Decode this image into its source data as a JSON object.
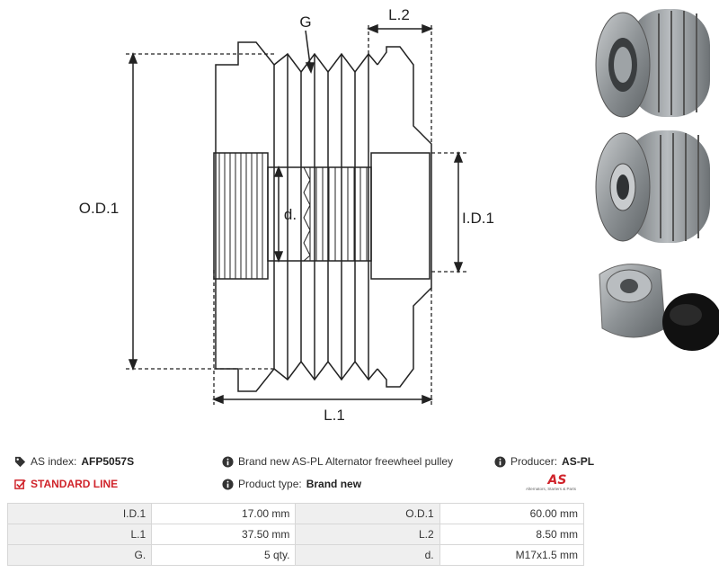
{
  "drawing": {
    "labels": {
      "g": "G",
      "l2": "L.2",
      "od1": "O.D.1",
      "id1": "I.D.1",
      "d": "d.",
      "l1": "L.1"
    }
  },
  "info": {
    "as_index_label": "AS index:",
    "as_index_value": "AFP5057S",
    "standard_line": "STANDARD LINE",
    "description": "Brand new AS-PL Alternator freewheel pulley",
    "product_type_label": "Product type:",
    "product_type_value": "Brand new",
    "producer_label": "Producer:",
    "producer_value": "AS-PL",
    "logo_mark": "AS",
    "logo_tagline": "Alternators, Starters & Parts"
  },
  "specs": {
    "rows": [
      [
        {
          "k": "I.D.1",
          "v": "17.00 mm"
        },
        {
          "k": "O.D.1",
          "v": "60.00 mm"
        }
      ],
      [
        {
          "k": "L.1",
          "v": "37.50 mm"
        },
        {
          "k": "L.2",
          "v": "8.50 mm"
        }
      ],
      [
        {
          "k": "G.",
          "v": "5 qty."
        },
        {
          "k": "d.",
          "v": "M17x1.5 mm"
        }
      ]
    ]
  },
  "colors": {
    "accent_red": "#d0242b",
    "key_cell_bg": "#efefef",
    "border": "#d7d7d7"
  }
}
